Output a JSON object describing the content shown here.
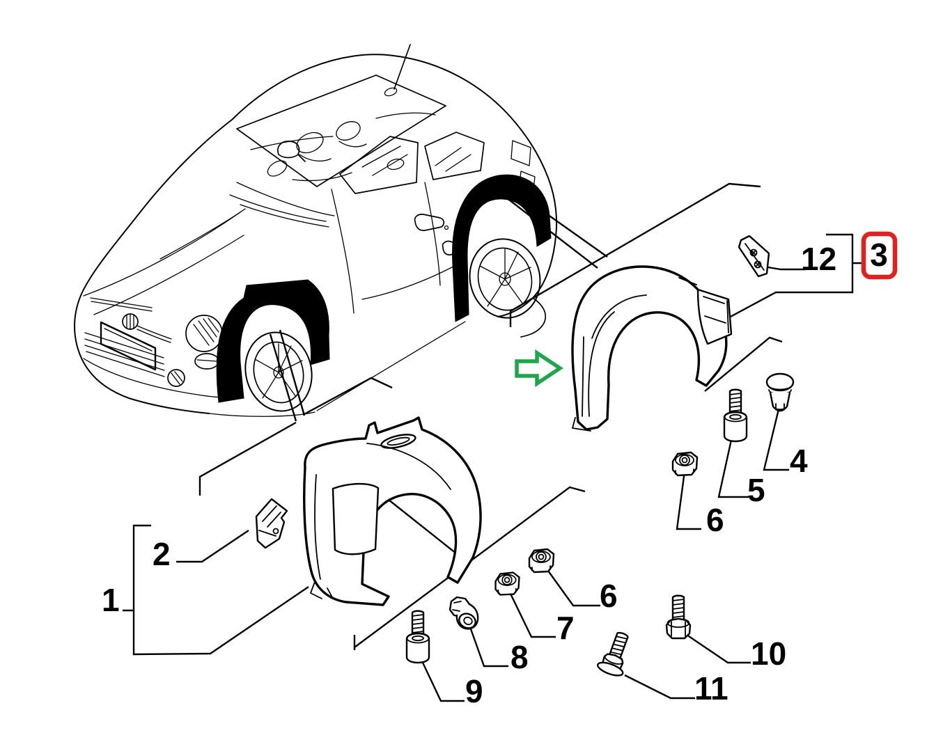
{
  "figure": {
    "background_color": "#ffffff",
    "line_color": "#000000",
    "highlight_box_color": "#e2201d",
    "direction_arrow": {
      "shape": "arrow-right",
      "color": "#1fa64a"
    },
    "callouts": [
      {
        "id": "1"
      },
      {
        "id": "2"
      },
      {
        "id": "3",
        "boxed": true
      },
      {
        "id": "4"
      },
      {
        "id": "5"
      },
      {
        "id": "6"
      },
      {
        "id": "6"
      },
      {
        "id": "7"
      },
      {
        "id": "8"
      },
      {
        "id": "9"
      },
      {
        "id": "10"
      },
      {
        "id": "11"
      },
      {
        "id": "12"
      }
    ]
  }
}
